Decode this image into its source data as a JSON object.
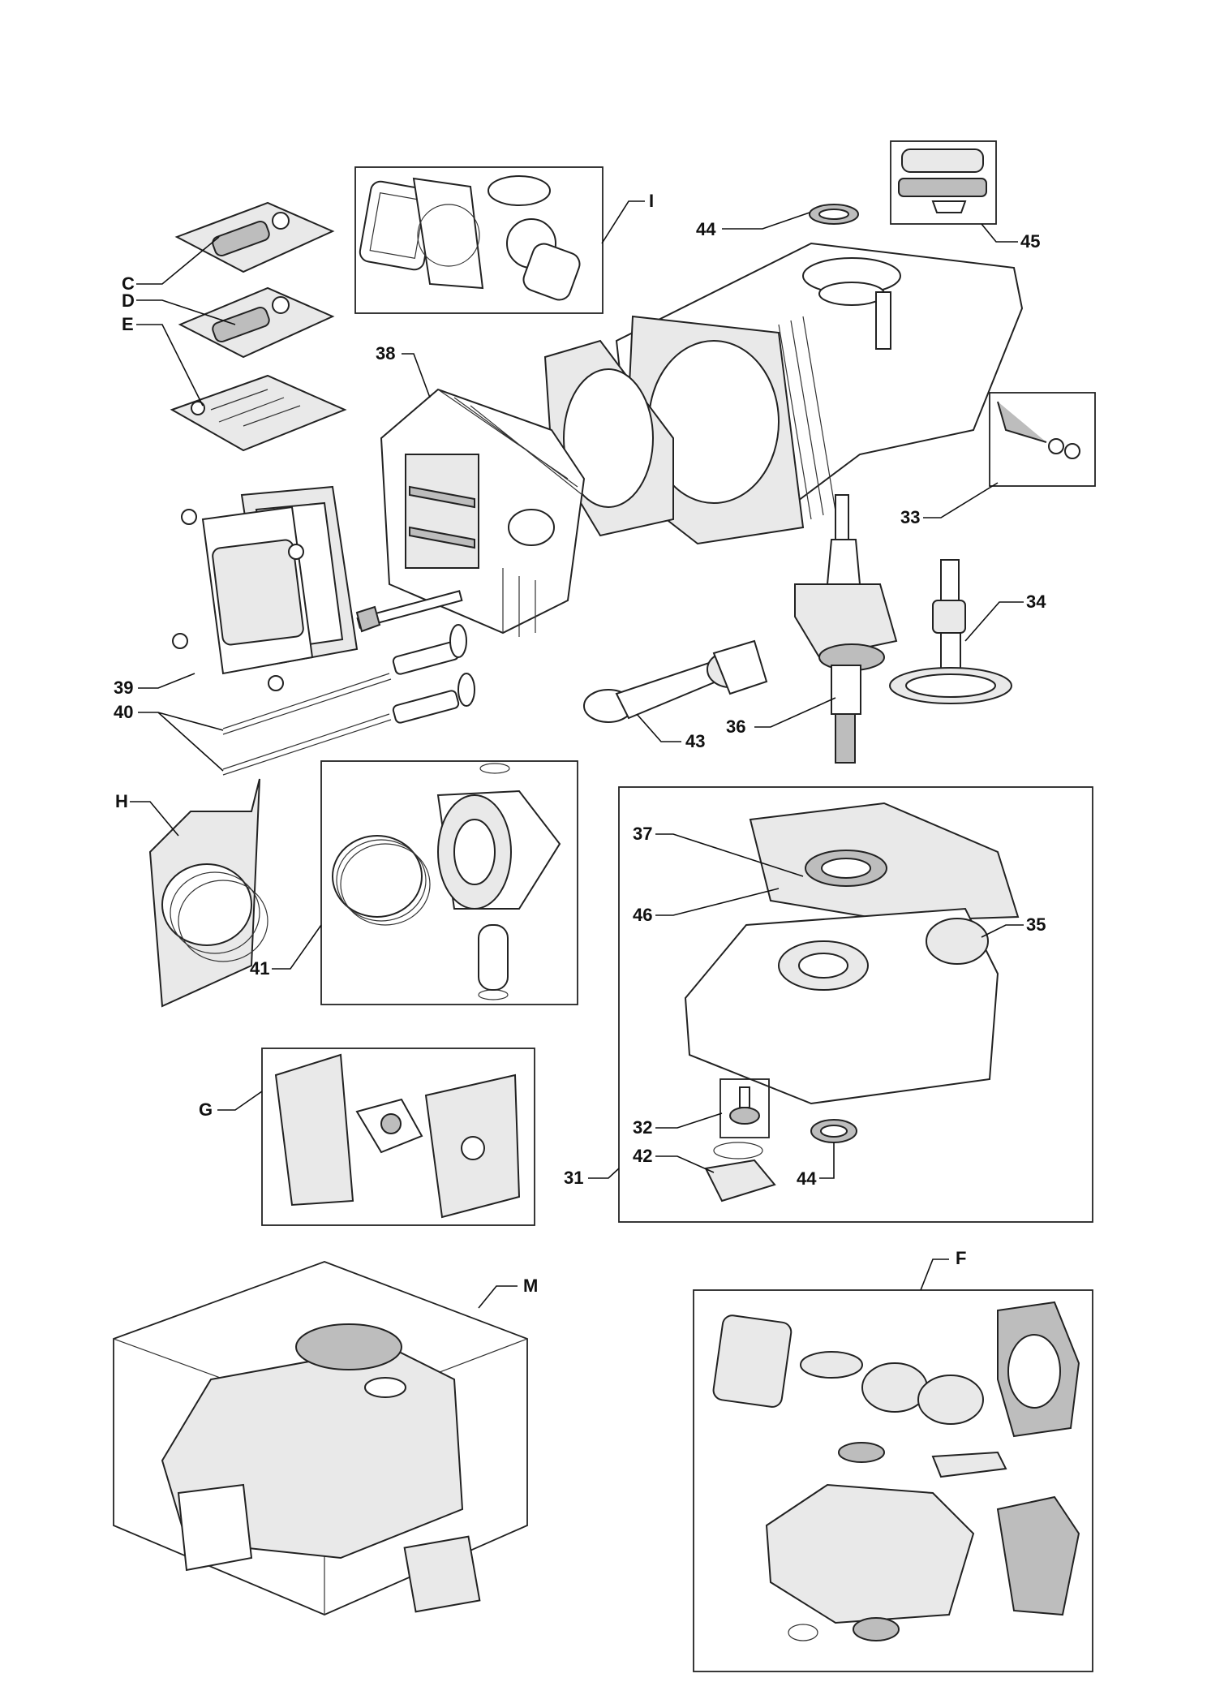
{
  "callouts": {
    "c": "C",
    "d": "D",
    "e": "E",
    "i": "I",
    "p44_top": "44",
    "p45": "45",
    "p38": "38",
    "p33": "33",
    "p34": "34",
    "p39": "39",
    "p40": "40",
    "p43": "43",
    "p36": "36",
    "h": "H",
    "p41": "41",
    "p37": "37",
    "p46": "46",
    "p35": "35",
    "g": "G",
    "p32": "32",
    "p42": "42",
    "p31": "31",
    "p44_bottom": "44",
    "f": "F",
    "m": "M"
  }
}
